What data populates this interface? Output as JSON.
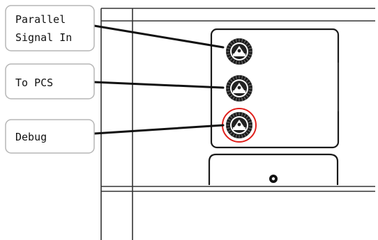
{
  "callouts": [
    {
      "lines": [
        "Parallel",
        "Signal In"
      ]
    },
    {
      "lines": [
        "To PCS"
      ]
    },
    {
      "lines": [
        "Debug"
      ]
    }
  ],
  "highlight_color": "#e0201c",
  "connectors": [
    {
      "icon": "bnc-connector-icon",
      "highlighted": false
    },
    {
      "icon": "bnc-connector-icon",
      "highlighted": false
    },
    {
      "icon": "bnc-connector-icon",
      "highlighted": true
    }
  ]
}
